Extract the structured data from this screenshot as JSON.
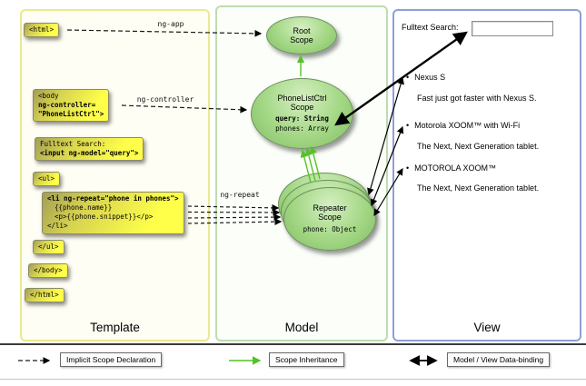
{
  "panels": {
    "template": "Template",
    "model": "Model",
    "view": "View"
  },
  "code": {
    "html_open": "<html>",
    "body_open_1": "<body",
    "body_open_2": "ng-controller=",
    "body_open_3": "\"PhoneListCtrl\">",
    "search_label": "Fulltext Search:",
    "search_input": "<input ng-model=\"query\">",
    "ul_open": "<ul>",
    "li_1": "<li ng-repeat=\"phone in phones\">",
    "li_2": "{{phone.name}}",
    "li_3": "<p>{{phone.snippet}}</p>",
    "li_4": "</li>",
    "ul_close": "</ul>",
    "body_close": "</body>",
    "html_close": "</html>"
  },
  "labels": {
    "ng_app": "ng-app",
    "ng_controller": "ng-controller",
    "ng_repeat": "ng-repeat"
  },
  "model": {
    "root_line1": "Root",
    "root_line2": "Scope",
    "ctrl_line1": "PhoneListCtrl",
    "ctrl_line2": "Scope",
    "ctrl_prop1": "query: String",
    "ctrl_prop2": "phones: Array",
    "repeater_line1": "Repeater",
    "repeater_line2": "Scope",
    "repeater_prop": "phone: Object"
  },
  "view": {
    "search_label": "Fulltext Search:",
    "search_value": "",
    "items": [
      {
        "title": "Nexus S",
        "desc": "Fast just got faster with Nexus S."
      },
      {
        "title": "Motorola XOOM™ with Wi-Fi",
        "desc": "The Next, Next Generation tablet."
      },
      {
        "title": "MOTOROLA XOOM™",
        "desc": "The Next, Next Generation tablet."
      }
    ]
  },
  "legend": {
    "implicit": "Implicit Scope Declaration",
    "inheritance": "Scope Inheritance",
    "binding": "Model / View Data-binding"
  },
  "colors": {
    "scope_green": "#a3d784",
    "code_yellow": "#ffff4a",
    "inheritance_green": "#54c226",
    "template_border": "#ebe98f",
    "model_border": "#bedcb0",
    "view_border": "#8f9fd8"
  }
}
